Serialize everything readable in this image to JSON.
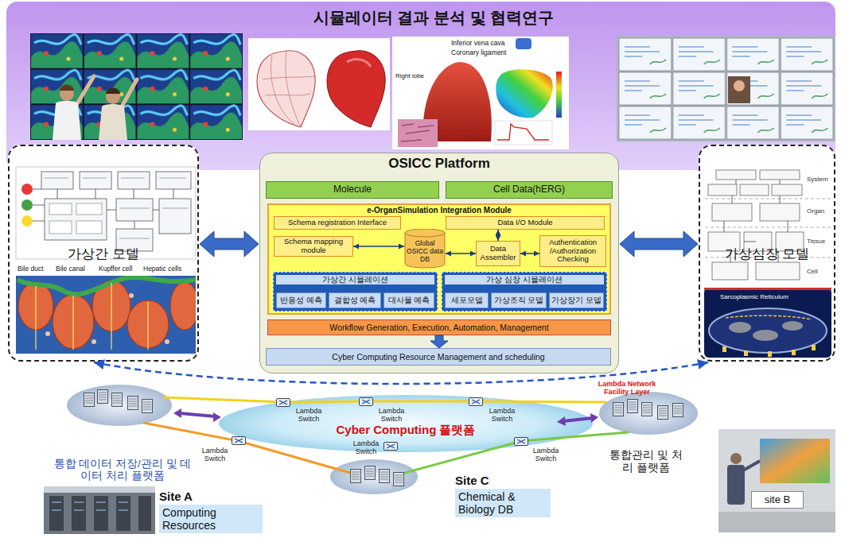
{
  "diagram": {
    "title": "시뮬레이터 결과 분석 및 협력연구",
    "nodes": [
      {
        "text": [
          "가상간 모델"
        ]
      },
      {
        "text": [
          "OSICC Platform"
        ]
      },
      {
        "text": [
          "Molecule"
        ],
        "in": 1
      },
      {
        "text": [
          "Cell Data(hERG)"
        ],
        "in": 1
      },
      {
        "text": [
          "e-OrganSimulation Integration Module"
        ],
        "in": 1
      },
      {
        "text": [
          "Schema registration Interface"
        ],
        "in": 4
      },
      {
        "text": [
          "Data I/O Module"
        ],
        "in": 4
      },
      {
        "text": [
          "Schema mapping module"
        ],
        "in": 4
      },
      {
        "text": [
          "Global OSICC data DB"
        ],
        "in": 4
      },
      {
        "text": [
          "Data Assembler"
        ],
        "in": 4
      },
      {
        "text": [
          "Authentication /Authorization Checking"
        ],
        "in": 4
      },
      {
        "text": [
          "가상간 시뮬레이션"
        ],
        "in": 4
      },
      {
        "text": [
          "반응성 예측"
        ],
        "in": 11
      },
      {
        "text": [
          "결합성 예측"
        ],
        "in": 11
      },
      {
        "text": [
          "대사물 예측"
        ],
        "in": 11
      },
      {
        "text": [
          "가상 심장 시뮬레이션"
        ],
        "in": 4
      },
      {
        "text": [
          "세포모델"
        ],
        "in": 15
      },
      {
        "text": [
          "가상조직 모델"
        ],
        "in": 15
      },
      {
        "text": [
          "가상장기 모델"
        ],
        "in": 15
      },
      {
        "text": [
          "Workflow Generation, Execution, Automation, Management"
        ],
        "in": 1
      },
      {
        "text": [
          "Cyber Computing Resource Management and scheduling"
        ],
        "in": 1
      },
      {
        "text": [
          "가상심장 모델"
        ]
      },
      {
        "text": [
          "Site A",
          "Computing Resources"
        ]
      },
      {
        "text": [
          "Site C",
          "Chemical & Biology DB"
        ]
      },
      {
        "text": [
          "site B"
        ]
      }
    ],
    "edges": [
      {
        "from": 0,
        "to": 1,
        "arrow": "both"
      },
      {
        "from": 1,
        "to": 21,
        "arrow": "both"
      },
      {
        "from": 7,
        "to": 8,
        "arrow": "both"
      },
      {
        "from": 8,
        "to": 9,
        "arrow": "both"
      },
      {
        "from": 9,
        "to": 10,
        "arrow": "both"
      },
      {
        "from": 6,
        "to": 9,
        "arrow": "both"
      },
      {
        "from": 19,
        "to": 20,
        "arrow": "to"
      },
      {
        "from": 0,
        "to": 21,
        "arrow": "both"
      }
    ],
    "labels": [
      "Inferior vena cava",
      "Coronary ligament",
      "Right lobe",
      "Bile duct",
      "Bile canal",
      "Kupffer cell",
      "Hepatic cells",
      "System",
      "Organ",
      "Tissue",
      "Cell",
      "Sarcoplasmic Reticulum",
      "Cyber Computing 플랫폼",
      "Lambda Switch",
      "Lambda Switch",
      "Lambda Switch",
      "Lambda Switch",
      "Lambda Switch",
      "Lambda Switch",
      "Lambda Network Facility Layer",
      "통합 데이터 저장/관리 및 데이터 처리 플랫폼",
      "통합관리 및 처리 플랫폼"
    ]
  }
}
